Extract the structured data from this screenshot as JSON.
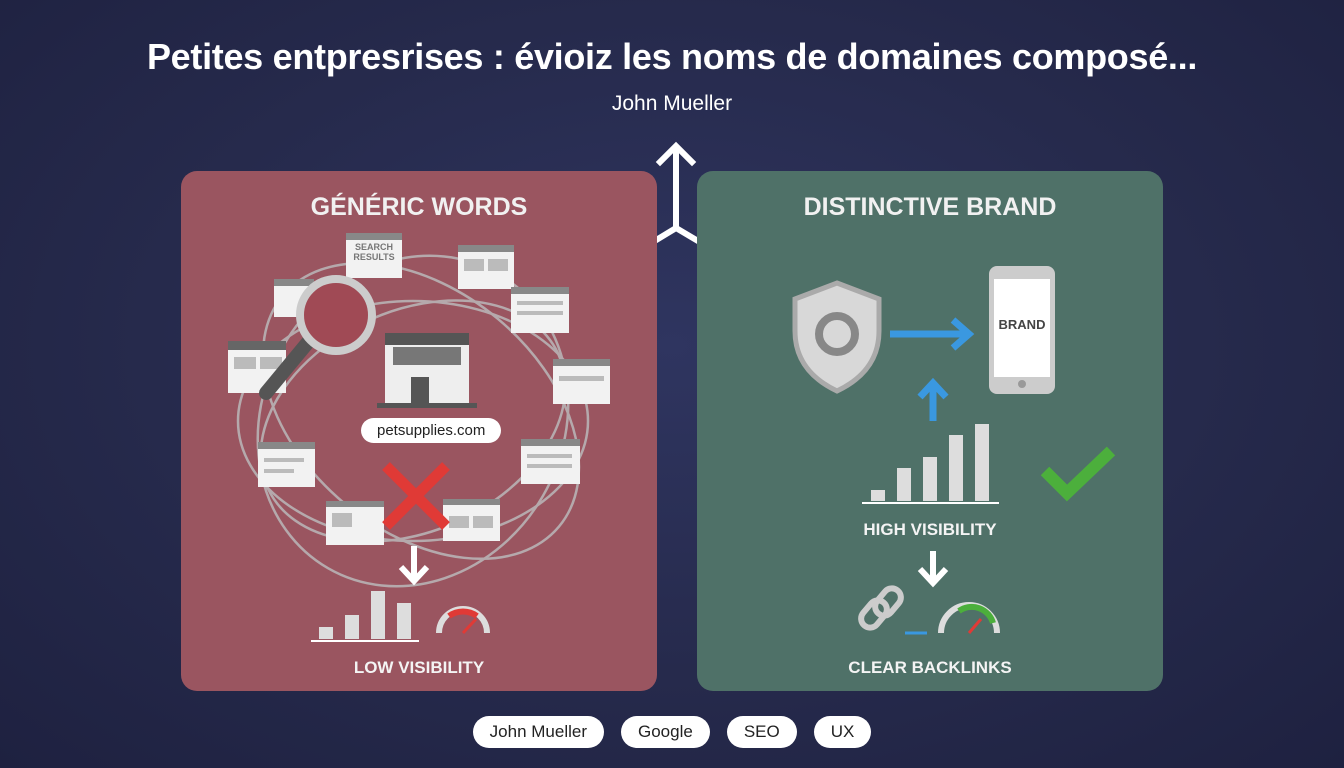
{
  "header": {
    "title": "Petites entpresrises : évioiz les noms de domaines composé...",
    "subtitle": "John Mueller"
  },
  "left_panel": {
    "title": "GÉNÉRIC WORDS",
    "search_card": "SEARCH RESULTS",
    "domain": "petsupplies.com",
    "label": "LOW VISIBILITY",
    "bars": [
      1,
      2,
      4,
      3
    ]
  },
  "right_panel": {
    "title": "DISTINCTIVE BRAND",
    "phone_text": "BRAND",
    "label_top": "HIGH VISIBILITY",
    "label_bottom": "CLEAR BACKLINKS",
    "bars": [
      1,
      3,
      4,
      6,
      7
    ]
  },
  "tags": [
    "John Mueller",
    "Google",
    "SEO",
    "UX"
  ],
  "colors": {
    "background": "#262a4c",
    "left_panel": "#9a5560",
    "right_panel": "#4f7168",
    "cross": "#e03a36",
    "check": "#4caf3c",
    "arrow_blue": "#3a98e0"
  }
}
